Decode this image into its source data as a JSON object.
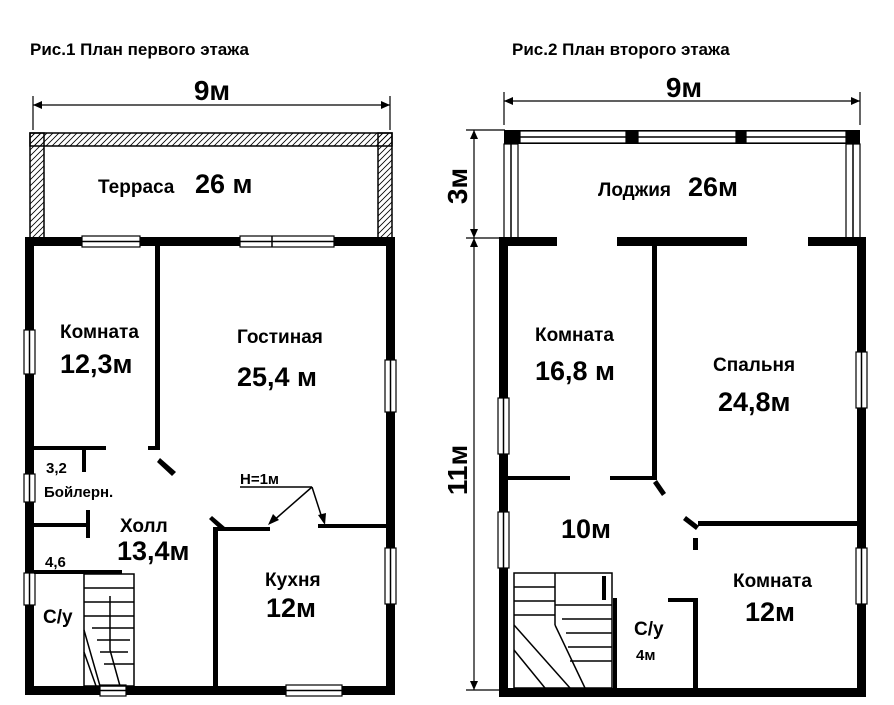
{
  "plan1": {
    "caption": "Рис.1 План первого этажа",
    "width_dim": "9м",
    "terrace": {
      "name": "Терраса",
      "area": "26 м"
    },
    "room": {
      "name": "Комната",
      "area": "12,3м"
    },
    "living": {
      "name": "Гостиная",
      "area": "25,4 м"
    },
    "boiler": {
      "area": "3,2",
      "name": "Бойлерн."
    },
    "hall": {
      "name": "Холл",
      "area": "13,4м"
    },
    "height_note": "H=1м",
    "bath": {
      "area": "4,6",
      "name": "С/у"
    },
    "kitchen": {
      "name": "Кухня",
      "area": "12м"
    }
  },
  "plan2": {
    "caption": "Рис.2 План второго этажа",
    "width_dim": "9м",
    "loggia_dim": "3м",
    "height_dim": "11м",
    "loggia": {
      "name": "Лоджия",
      "area": "26м"
    },
    "room": {
      "name": "Комната",
      "area": "16,8 м"
    },
    "bedroom": {
      "name": "Спальня",
      "area": "24,8м"
    },
    "hall": {
      "area": "10м"
    },
    "room2": {
      "name": "Комната",
      "area": "12м"
    },
    "bath": {
      "name": "С/у",
      "area": "4м"
    }
  }
}
